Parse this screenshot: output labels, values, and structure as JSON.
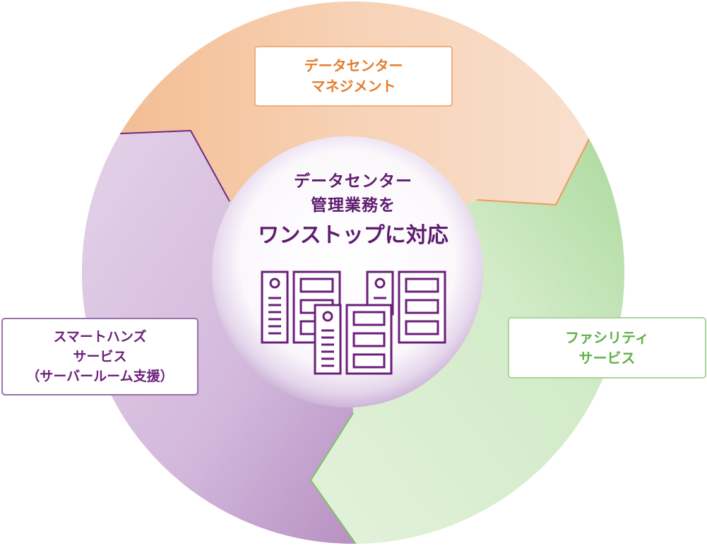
{
  "diagram": {
    "type": "circular-segmented",
    "center": {
      "line1": "データセンター",
      "line2": "管理業務を",
      "line3": "ワンストップに対応",
      "icon": "server-racks-icon"
    },
    "segments": [
      {
        "id": "datacenter-management",
        "line1": "データセンター",
        "line2": "マネジメント",
        "color": "#f5c9a6",
        "text_color": "#e57d2c",
        "border_color": "#f0b07e"
      },
      {
        "id": "smart-hands",
        "line1": "スマートハンズ",
        "line2": "サービス",
        "line3": "（サーバールーム支援）",
        "color": "#d9c2e0",
        "text_color": "#6b1f7a",
        "border_color": "#9a70ab"
      },
      {
        "id": "facility",
        "line1": "ファシリティ",
        "line2": "サービス",
        "color": "#bfe3b3",
        "text_color": "#62b04a",
        "border_color": "#a8d69a"
      }
    ],
    "accent_color": "#5e1d6f"
  }
}
